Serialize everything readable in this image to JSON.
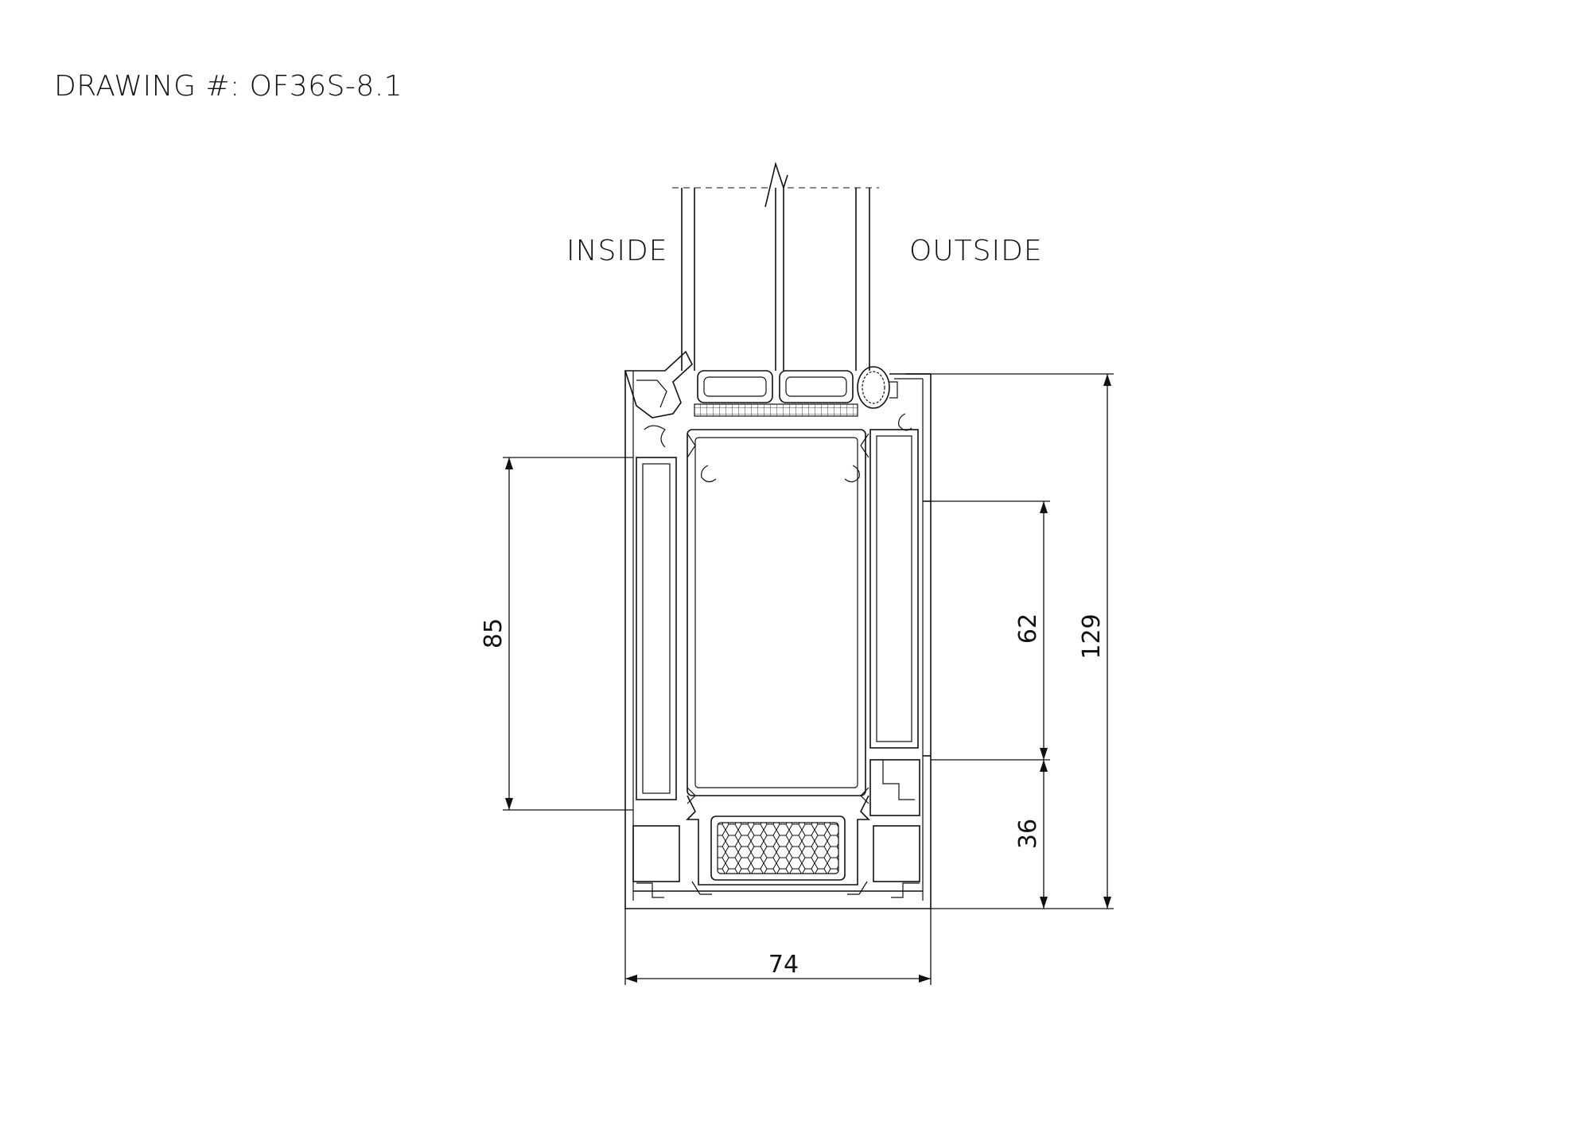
{
  "drawing": {
    "title": "DRAWING #: OF36S-8.1",
    "inside_label": "INSIDE",
    "outside_label": "OUTSIDE"
  },
  "dimensions": {
    "left_height": "85",
    "right_upper": "62",
    "right_lower": "36",
    "overall_height": "129",
    "overall_width": "74"
  },
  "colors": {
    "line": "#111111",
    "background": "#ffffff"
  }
}
